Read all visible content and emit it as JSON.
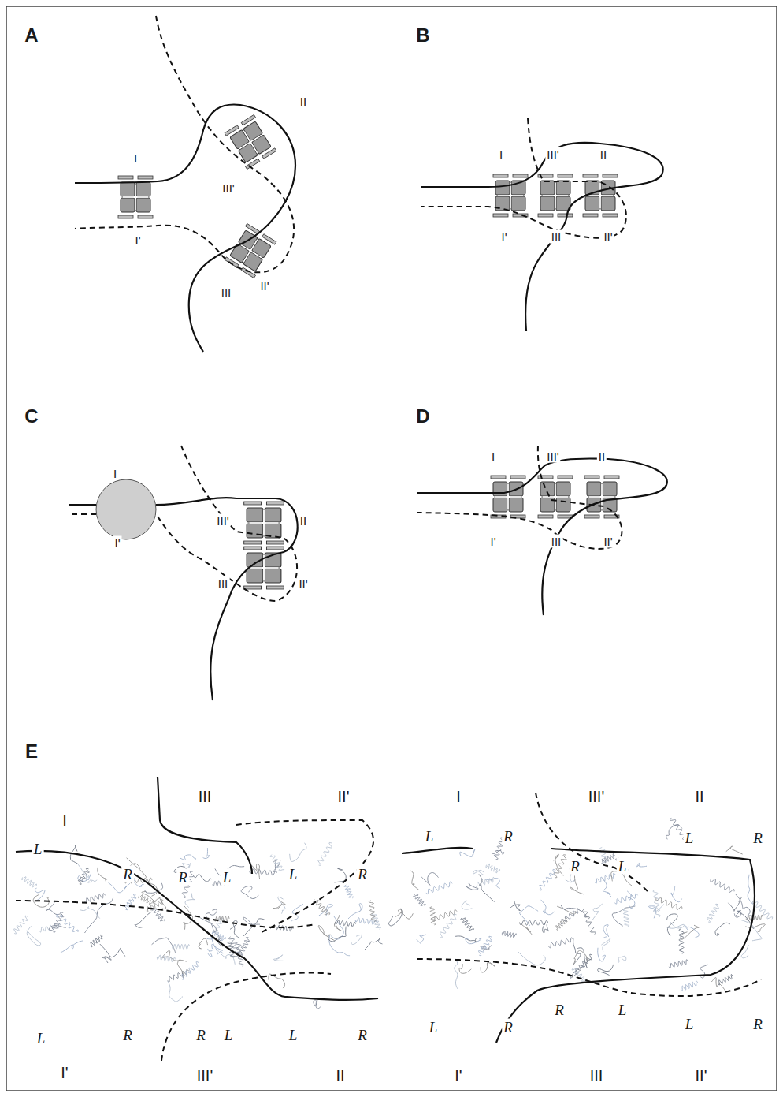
{
  "diagram": {
    "labels": [
      "A",
      "I",
      "II",
      "III'",
      "III",
      "I'",
      "II'",
      "B",
      "I",
      "III'",
      "II",
      "I'",
      "III",
      "II'",
      "C",
      "I",
      "I'",
      "III'",
      "II",
      "III",
      "II'",
      "D",
      "I",
      "III'",
      "II",
      "I'",
      "III",
      "II'",
      "E",
      "I",
      "III",
      "II'",
      "L",
      "R",
      "R",
      "L",
      "L",
      "R",
      "L",
      "R",
      "R",
      "L",
      "L",
      "R",
      "I'",
      "III'",
      "II",
      "I",
      "III'",
      "II",
      "L",
      "R",
      "L",
      "R",
      "R",
      "L",
      "R",
      "L",
      "L",
      "R",
      "L",
      "R",
      "I'",
      "III",
      "II'"
    ]
  }
}
